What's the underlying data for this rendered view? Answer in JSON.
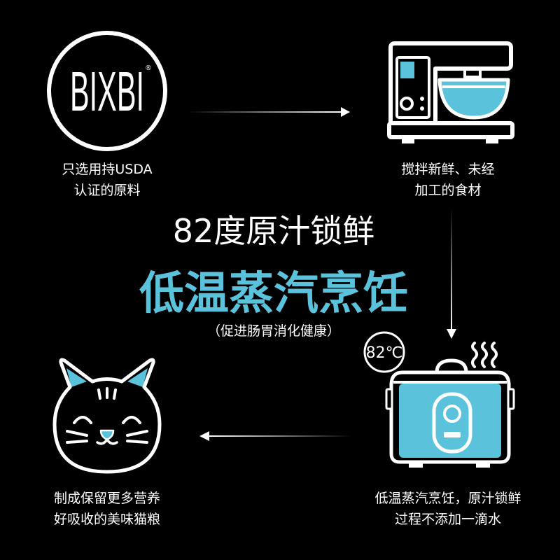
{
  "brand": {
    "logo_text": "BIXBI",
    "registered_mark": "®"
  },
  "headline": {
    "primary": "82度原汁锁鲜",
    "secondary": "低温蒸汽烹饪",
    "note": "（促进肠胃消化健康）"
  },
  "steps": [
    {
      "icon": "bixbi-logo",
      "lines": [
        "只选用持USDA",
        "认证的原料"
      ]
    },
    {
      "icon": "stand-mixer-icon",
      "lines": [
        "搅拌新鲜、未经",
        "加工的食材"
      ]
    },
    {
      "icon": "rice-cooker-icon",
      "lines": [
        "低温蒸汽烹饪，原汁锁鲜",
        "过程不添加一滴水"
      ]
    },
    {
      "icon": "cat-face-icon",
      "lines": [
        "制成保留更多营养",
        "好吸收的美味猫粮"
      ]
    }
  ],
  "temperature_badge": "82℃",
  "flow_icons": [
    "arrow-right-icon",
    "arrow-down-icon",
    "arrow-left-icon",
    "steam-icon"
  ],
  "colors": {
    "background": "#000000",
    "foreground": "#ffffff",
    "accent": "#5bc2dc"
  }
}
